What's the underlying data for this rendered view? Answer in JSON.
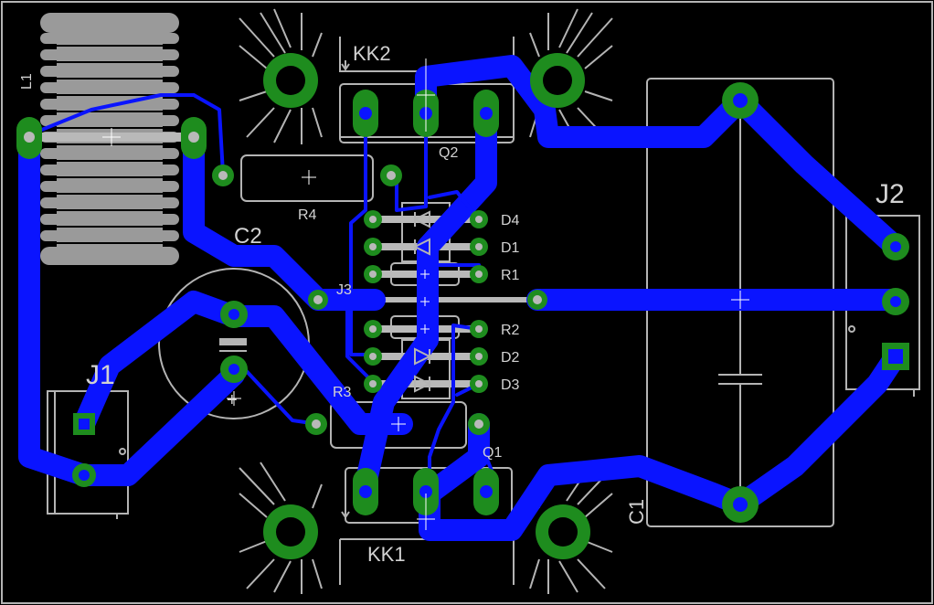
{
  "colors": {
    "background": "#000000",
    "top_copper": "#0a14ff",
    "bottom_copper": "#b9b9b9",
    "pad": "#1e8c1e",
    "silkscreen": "#b4b4b4",
    "board_outline": "#b4b4b4"
  },
  "labels": {
    "L1": "L1",
    "KK2": "KK2",
    "KK1": "KK1",
    "Q2": "Q2",
    "Q1": "Q1",
    "R4": "R4",
    "R3": "R3",
    "C2": "C2",
    "C1": "C1",
    "J1": "J1",
    "J2": "J2",
    "J3": "J3",
    "D4": "D4",
    "D1": "D1",
    "R1": "R1",
    "R2": "R2",
    "D2": "D2",
    "D3": "D3",
    "C2_polarity": "+"
  },
  "icons": {
    "pad": "round-via-pad",
    "origin": "crosshair-icon",
    "heatsink": "heatsink-outline",
    "diode": "diode-symbol",
    "capacitor": "capacitor-symbol"
  }
}
